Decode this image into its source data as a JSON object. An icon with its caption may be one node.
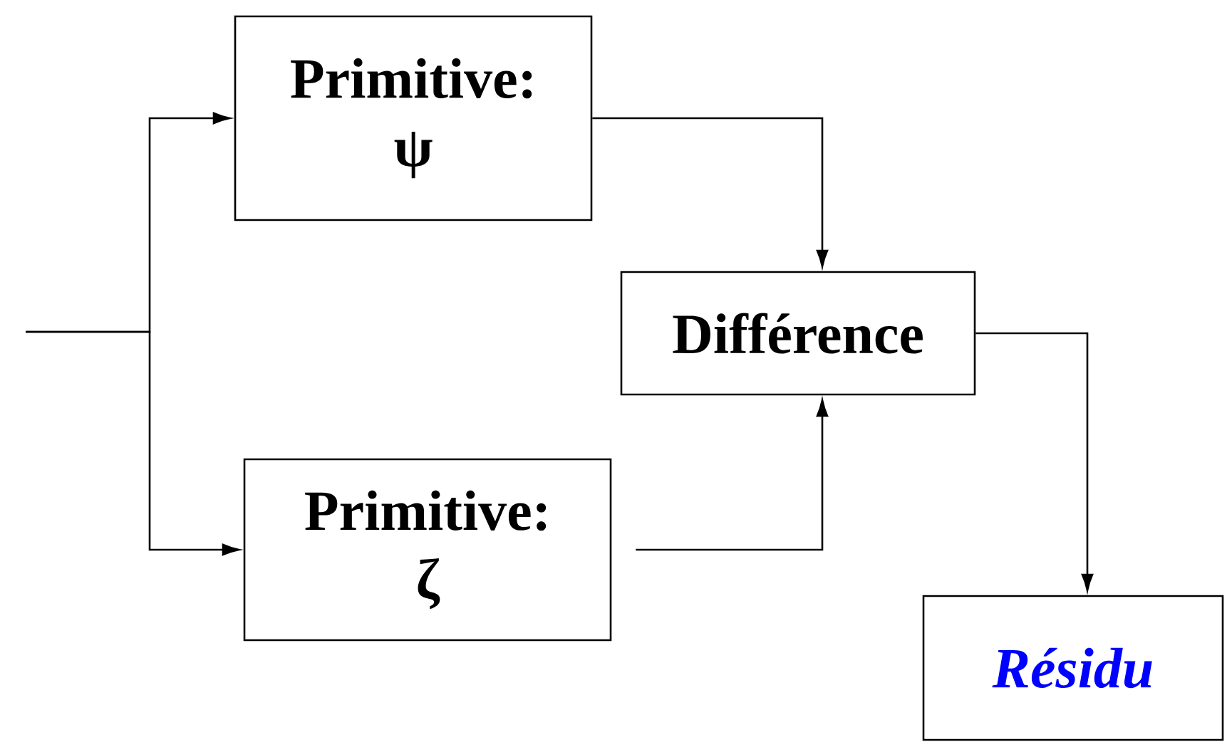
{
  "diagram": {
    "nodes": [
      {
        "text": [
          "Primitive:",
          "ψ"
        ]
      },
      {
        "text": [
          "Primitive:",
          "ζ"
        ]
      },
      {
        "text": [
          "Différence"
        ]
      },
      {
        "text": [
          "Résidu"
        ]
      }
    ],
    "edges": [
      {
        "from": null,
        "to": 0,
        "arrow": "to"
      },
      {
        "from": null,
        "to": 1,
        "arrow": "to"
      },
      {
        "from": 0,
        "to": 2,
        "arrow": "to"
      },
      {
        "from": 1,
        "to": 2,
        "arrow": "to"
      },
      {
        "from": 2,
        "to": 3,
        "arrow": "to"
      }
    ]
  }
}
